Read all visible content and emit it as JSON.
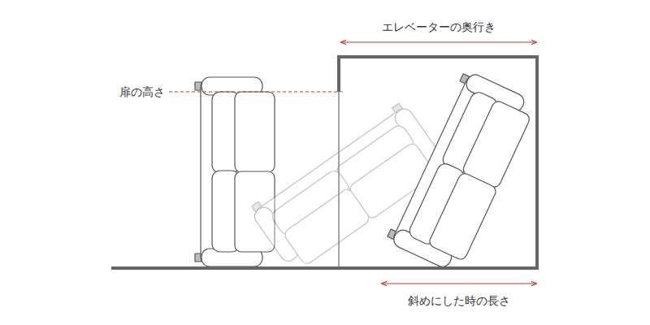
{
  "diagram": {
    "labels": [
      "エレベーターの奥行き",
      "扉の高さ",
      "斜めにした時の長さ"
    ]
  }
}
